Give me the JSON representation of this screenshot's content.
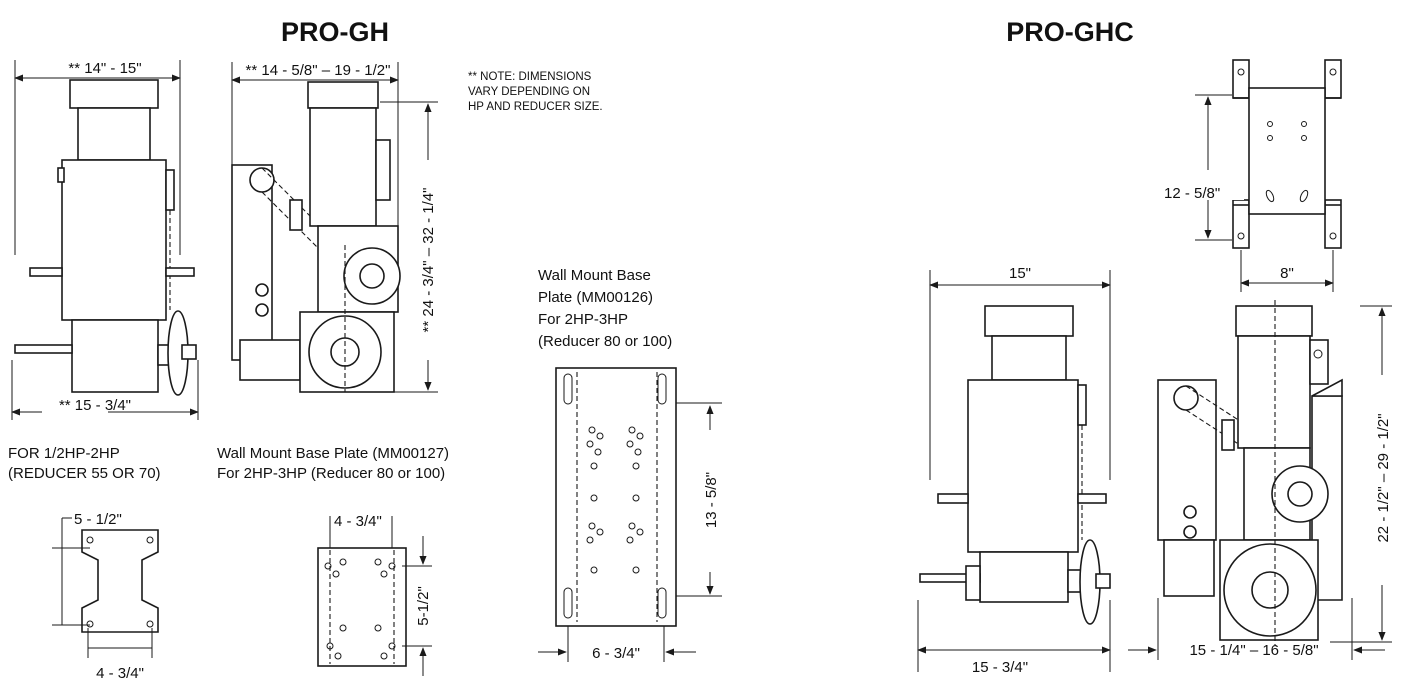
{
  "titles": {
    "left": "PRO-GH",
    "right": "PRO-GHC"
  },
  "note": {
    "line1": "** NOTE: DIMENSIONS",
    "line2": "VARY DEPENDING ON",
    "line3": "HP AND REDUCER SIZE."
  },
  "pro_gh": {
    "front_top_width": "**  14\" - 15\"",
    "front_bottom_width": "**  15 - 3/4\"",
    "side_top_width": "**  14 - 5/8\" – 19 - 1/2\"",
    "side_height": "**  24 - 3/4\"  –  32 - 1/4\""
  },
  "small_plate": {
    "caption1": "FOR 1/2HP-2HP",
    "caption2": "(REDUCER 55 OR 70)",
    "dim_top": "5 - 1/2\"",
    "dim_bottom": "4 - 3/4\""
  },
  "plate_127": {
    "caption1": "Wall Mount Base Plate (MM00127)",
    "caption2": "For 2HP-3HP (Reducer 80 or 100)",
    "dim_top": "4 - 3/4\"",
    "dim_side": "5-1/2\""
  },
  "plate_126": {
    "caption1": "Wall Mount Base",
    "caption2": "Plate (MM00126)",
    "caption3": "For 2HP-3HP",
    "caption4": "(Reducer 80 or 100)",
    "dim_side": "13 - 5/8\"",
    "dim_bottom": "6 - 3/4\""
  },
  "pro_ghc": {
    "bracket_height": "12 - 5/8\"",
    "bracket_width": "8\"",
    "front_top_width": "15\"",
    "front_bottom_width": "15 - 3/4\"",
    "side_bottom_width": "15 - 1/4\" –  16 - 5/8\"",
    "side_height": "22 - 1/2\"  –  29 - 1/2\""
  }
}
